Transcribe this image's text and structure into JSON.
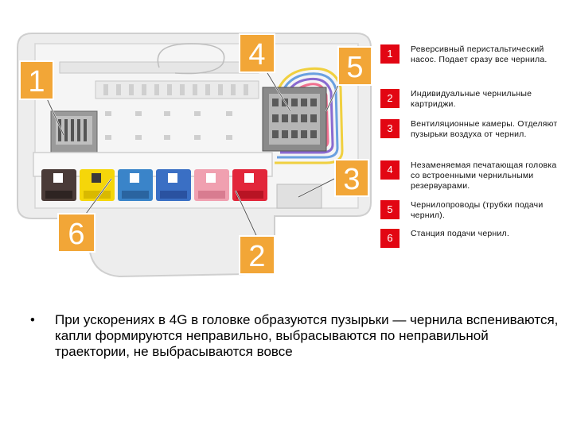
{
  "callouts": [
    {
      "id": "1",
      "label": "1"
    },
    {
      "id": "4",
      "label": "4"
    },
    {
      "id": "5",
      "label": "5"
    },
    {
      "id": "3",
      "label": "3"
    },
    {
      "id": "6",
      "label": "6"
    },
    {
      "id": "2",
      "label": "2"
    }
  ],
  "legend": [
    {
      "num": "1",
      "text": "Реверсивный перистальтический насос. Подает сразу все чернила."
    },
    {
      "num": "2",
      "text": "Индивидуальные чернильные картриджи."
    },
    {
      "num": "3",
      "text": "Вентиляционные камеры. Отделяют пузырьки воздуха от чернил."
    },
    {
      "num": "4",
      "text": "Незаменяемая печатающая головка со встроенными чернильными резервуарами."
    },
    {
      "num": "5",
      "text": "Чернилопроводы (трубки подачи чернил)."
    },
    {
      "num": "6",
      "text": "Станция подачи чернил."
    }
  ],
  "bullet": {
    "symbol": "•",
    "text": "При ускорениях в 4G в головке образуются пузырьки — чернила вспениваются, капли формируются неправильно, выбрасываются по неправильной траектории, не выбрасываются вовсе"
  },
  "colors": {
    "callout_bg": "#f2a637",
    "legend_num_bg": "#e20613",
    "cart_black": "#4a3b38",
    "cart_yellow": "#f5d60a",
    "cart_cyan": "#3a84c9",
    "cart_blue": "#3a6fc4",
    "cart_pink": "#f0a0b0",
    "cart_red": "#e2263a",
    "tube_yellow": "#f0d040",
    "tube_blue": "#6aa0e0",
    "tube_pink": "#f07090",
    "tube_red": "#d81e2c"
  }
}
